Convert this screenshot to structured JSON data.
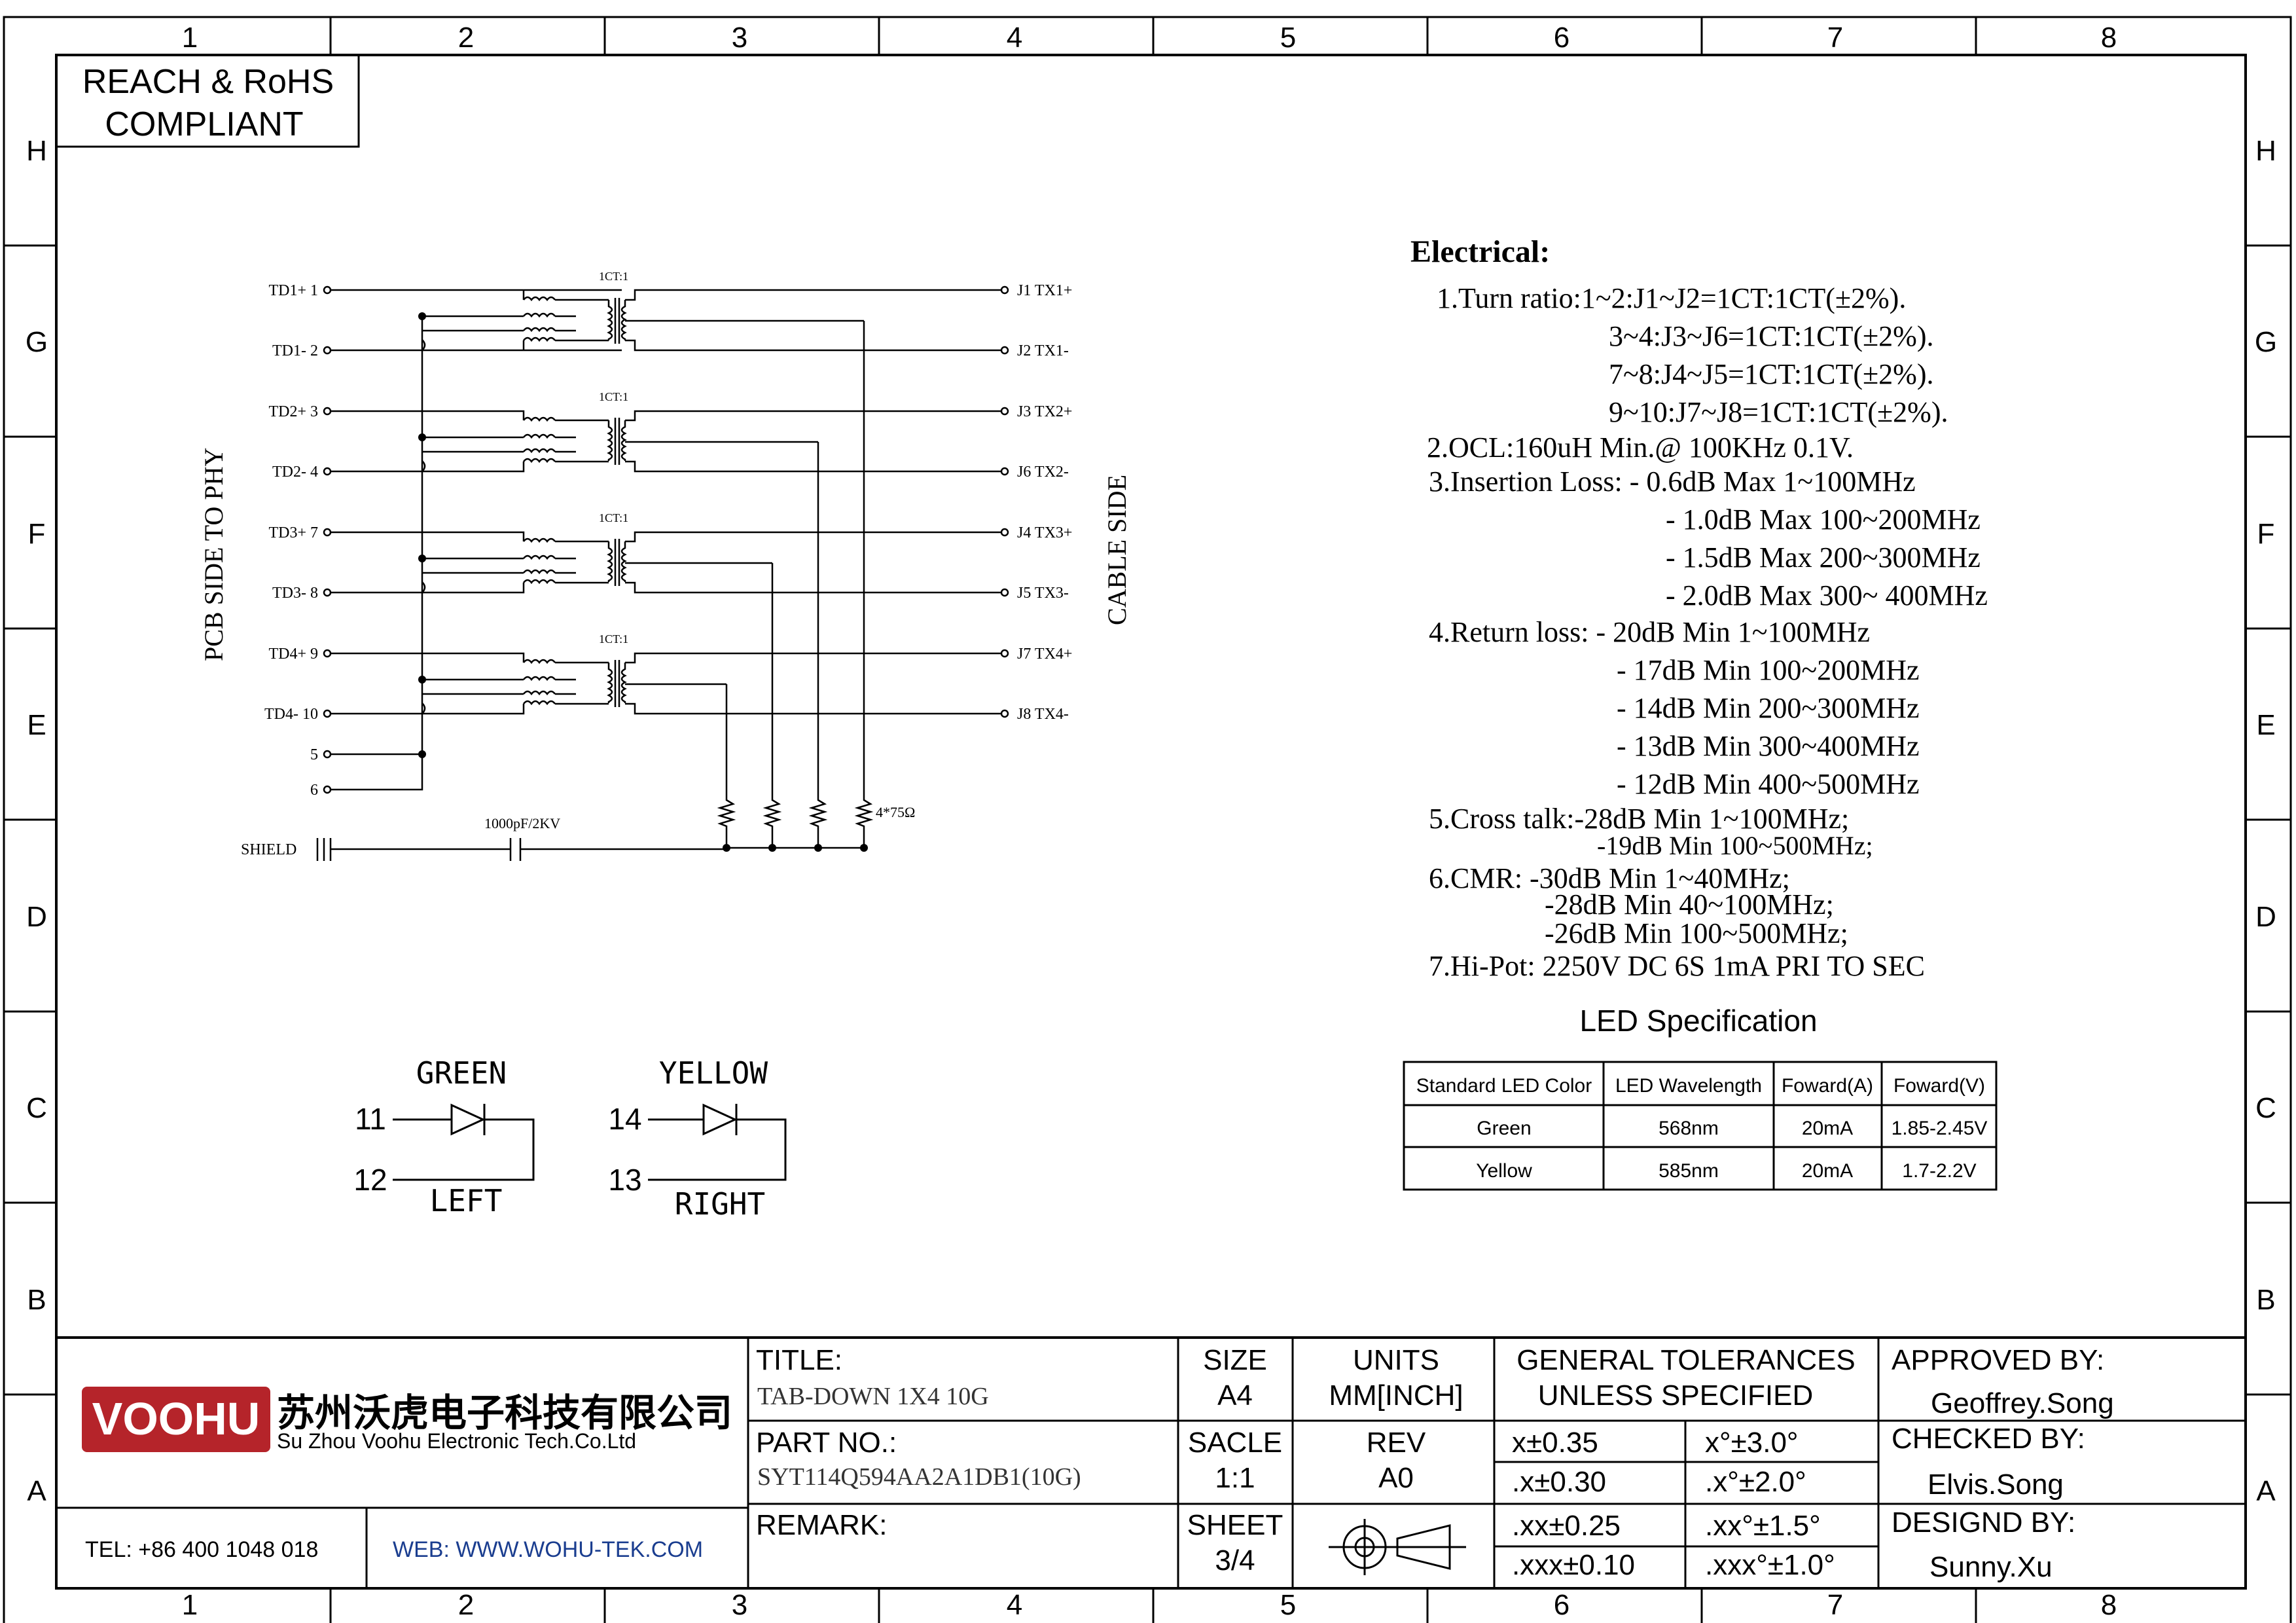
{
  "frame": {
    "columns": [
      "1",
      "2",
      "3",
      "4",
      "5",
      "6",
      "7",
      "8"
    ],
    "rows": [
      "H",
      "G",
      "F",
      "E",
      "D",
      "C",
      "B",
      "A"
    ]
  },
  "compliance": [
    "REACH & RoHS",
    "COMPLIANT"
  ],
  "schematic": {
    "pcb_side_label": "PCB SIDE TO PHY",
    "cable_side_label": "CABLE SIDE",
    "left_pins": [
      "TD1+ 1",
      "TD1- 2",
      "TD2+ 3",
      "TD2- 4",
      "TD3+ 7",
      "TD3- 8",
      "TD4+ 9",
      "TD4- 10",
      "5",
      "6"
    ],
    "right_pins": [
      "J1 TX1+",
      "J2 TX1-",
      "J3 TX2+",
      "J6 TX2-",
      "J4 TX3+",
      "J5 TX3-",
      "J7 TX4+",
      "J8 TX4-"
    ],
    "transformer_ratio": "1CT:1",
    "shield_label": "SHIELD",
    "capacitor_label": "1000pF/2KV",
    "resistor_label": "4*75Ω"
  },
  "leds": {
    "green": {
      "color": "GREEN",
      "pins": [
        "11",
        "12"
      ],
      "position": "LEFT"
    },
    "yellow": {
      "color": "YELLOW",
      "pins": [
        "14",
        "13"
      ],
      "position": "RIGHT"
    }
  },
  "electrical": {
    "title": "Electrical:",
    "lines": [
      "1.Turn ratio:1~2:J1~J2=1CT:1CT(±2%).",
      "3~4:J3~J6=1CT:1CT(±2%).",
      "7~8:J4~J5=1CT:1CT(±2%).",
      "9~10:J7~J8=1CT:1CT(±2%).",
      "2.OCL:160uH Min.@ 100KHz 0.1V.",
      "3.Insertion Loss: - 0.6dB Max 1~100MHz",
      "- 1.0dB Max 100~200MHz",
      "- 1.5dB Max 200~300MHz",
      "- 2.0dB Max 300~ 400MHz",
      "4.Return loss: - 20dB Min 1~100MHz",
      "- 17dB Min 100~200MHz",
      "- 14dB Min 200~300MHz",
      "- 13dB Min 300~400MHz",
      "- 12dB Min 400~500MHz",
      "5.Cross talk:-28dB Min 1~100MHz;",
      "-19dB Min 100~500MHz;",
      "6.CMR: -30dB Min 1~40MHz;",
      "-28dB Min 40~100MHz;",
      "-26dB Min 100~500MHz;",
      "7.Hi-Pot: 2250V DC  6S 1mA PRI TO SEC"
    ]
  },
  "led_spec": {
    "title": "LED Specification",
    "headers": [
      "Standard LED Color",
      "LED Wavelength",
      "Foward(A)",
      "Foward(V)"
    ],
    "rows": [
      [
        "Green",
        "568nm",
        "20mA",
        "1.85-2.45V"
      ],
      [
        "Yellow",
        "585nm",
        "20mA",
        "1.7-2.2V"
      ]
    ]
  },
  "title_block": {
    "logo_text": "VOOHU",
    "company_cn": "苏州沃虎电子科技有限公司",
    "company_en": "Su Zhou Voohu Electronic Tech.Co.Ltd",
    "tel": "TEL: +86 400 1048 018",
    "web": "WEB: WWW.WOHU-TEK.COM",
    "title_label": "TITLE:",
    "title_value": "TAB-DOWN 1X4 10G",
    "part_label": "PART NO.:",
    "part_value": "SYT114Q594AA2A1DB1(10G)",
    "remark_label": "REMARK:",
    "size_label": "SIZE",
    "size_value": "A4",
    "units_label": "UNITS",
    "units_value": "MM[INCH]",
    "scale_label": "SACLE",
    "scale_value": "1:1",
    "rev_label": "REV",
    "rev_value": "A0",
    "sheet_label": "SHEET",
    "sheet_value": "3/4",
    "tol_title_1": "GENERAL TOLERANCES",
    "tol_title_2": "UNLESS SPECIFIED",
    "tolerances": [
      [
        "x±0.35",
        "x°±3.0°"
      ],
      [
        ".x±0.30",
        ".x°±2.0°"
      ],
      [
        ".xx±0.25",
        ".xx°±1.5°"
      ],
      [
        ".xxx±0.10",
        ".xxx°±1.0°"
      ]
    ],
    "approved_label": "APPROVED BY:",
    "approved_by": "Geoffrey.Song",
    "checked_label": "CHECKED BY:",
    "checked_by": "Elvis.Song",
    "designed_label": "DESIGND BY:",
    "designed_by": "Sunny.Xu"
  }
}
